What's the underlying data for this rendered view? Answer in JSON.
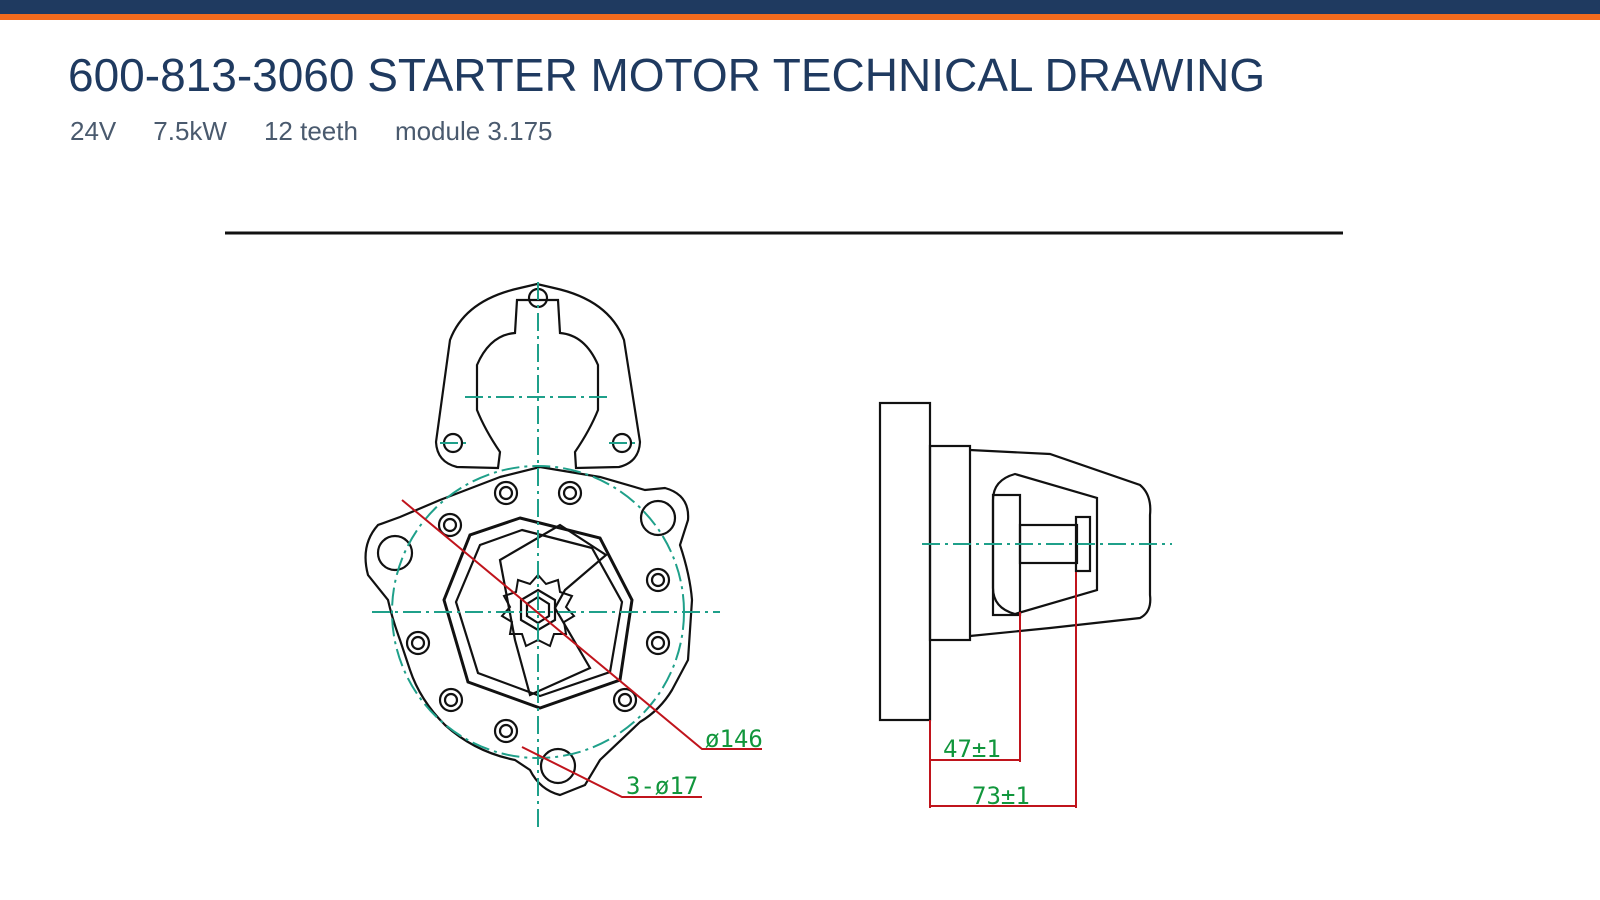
{
  "colors": {
    "navy": "#1f3a60",
    "orange": "#f26b1d",
    "spec_text": "#4a5a6e",
    "outline": "#111111",
    "centerline": "#1fa08a",
    "dimension_red": "#c0141c",
    "dimension_text": "#11963c"
  },
  "header": {
    "title": "600-813-3060 STARTER MOTOR TECHNICAL DRAWING",
    "specs": [
      "24V",
      "7.5kW",
      "12 teeth",
      "module 3.175"
    ]
  },
  "drawing": {
    "front_view": {
      "diameter_label": "ø146",
      "holes_label": "3-ø17"
    },
    "side_view": {
      "dim_short": "47±1",
      "dim_long": "73±1"
    }
  }
}
